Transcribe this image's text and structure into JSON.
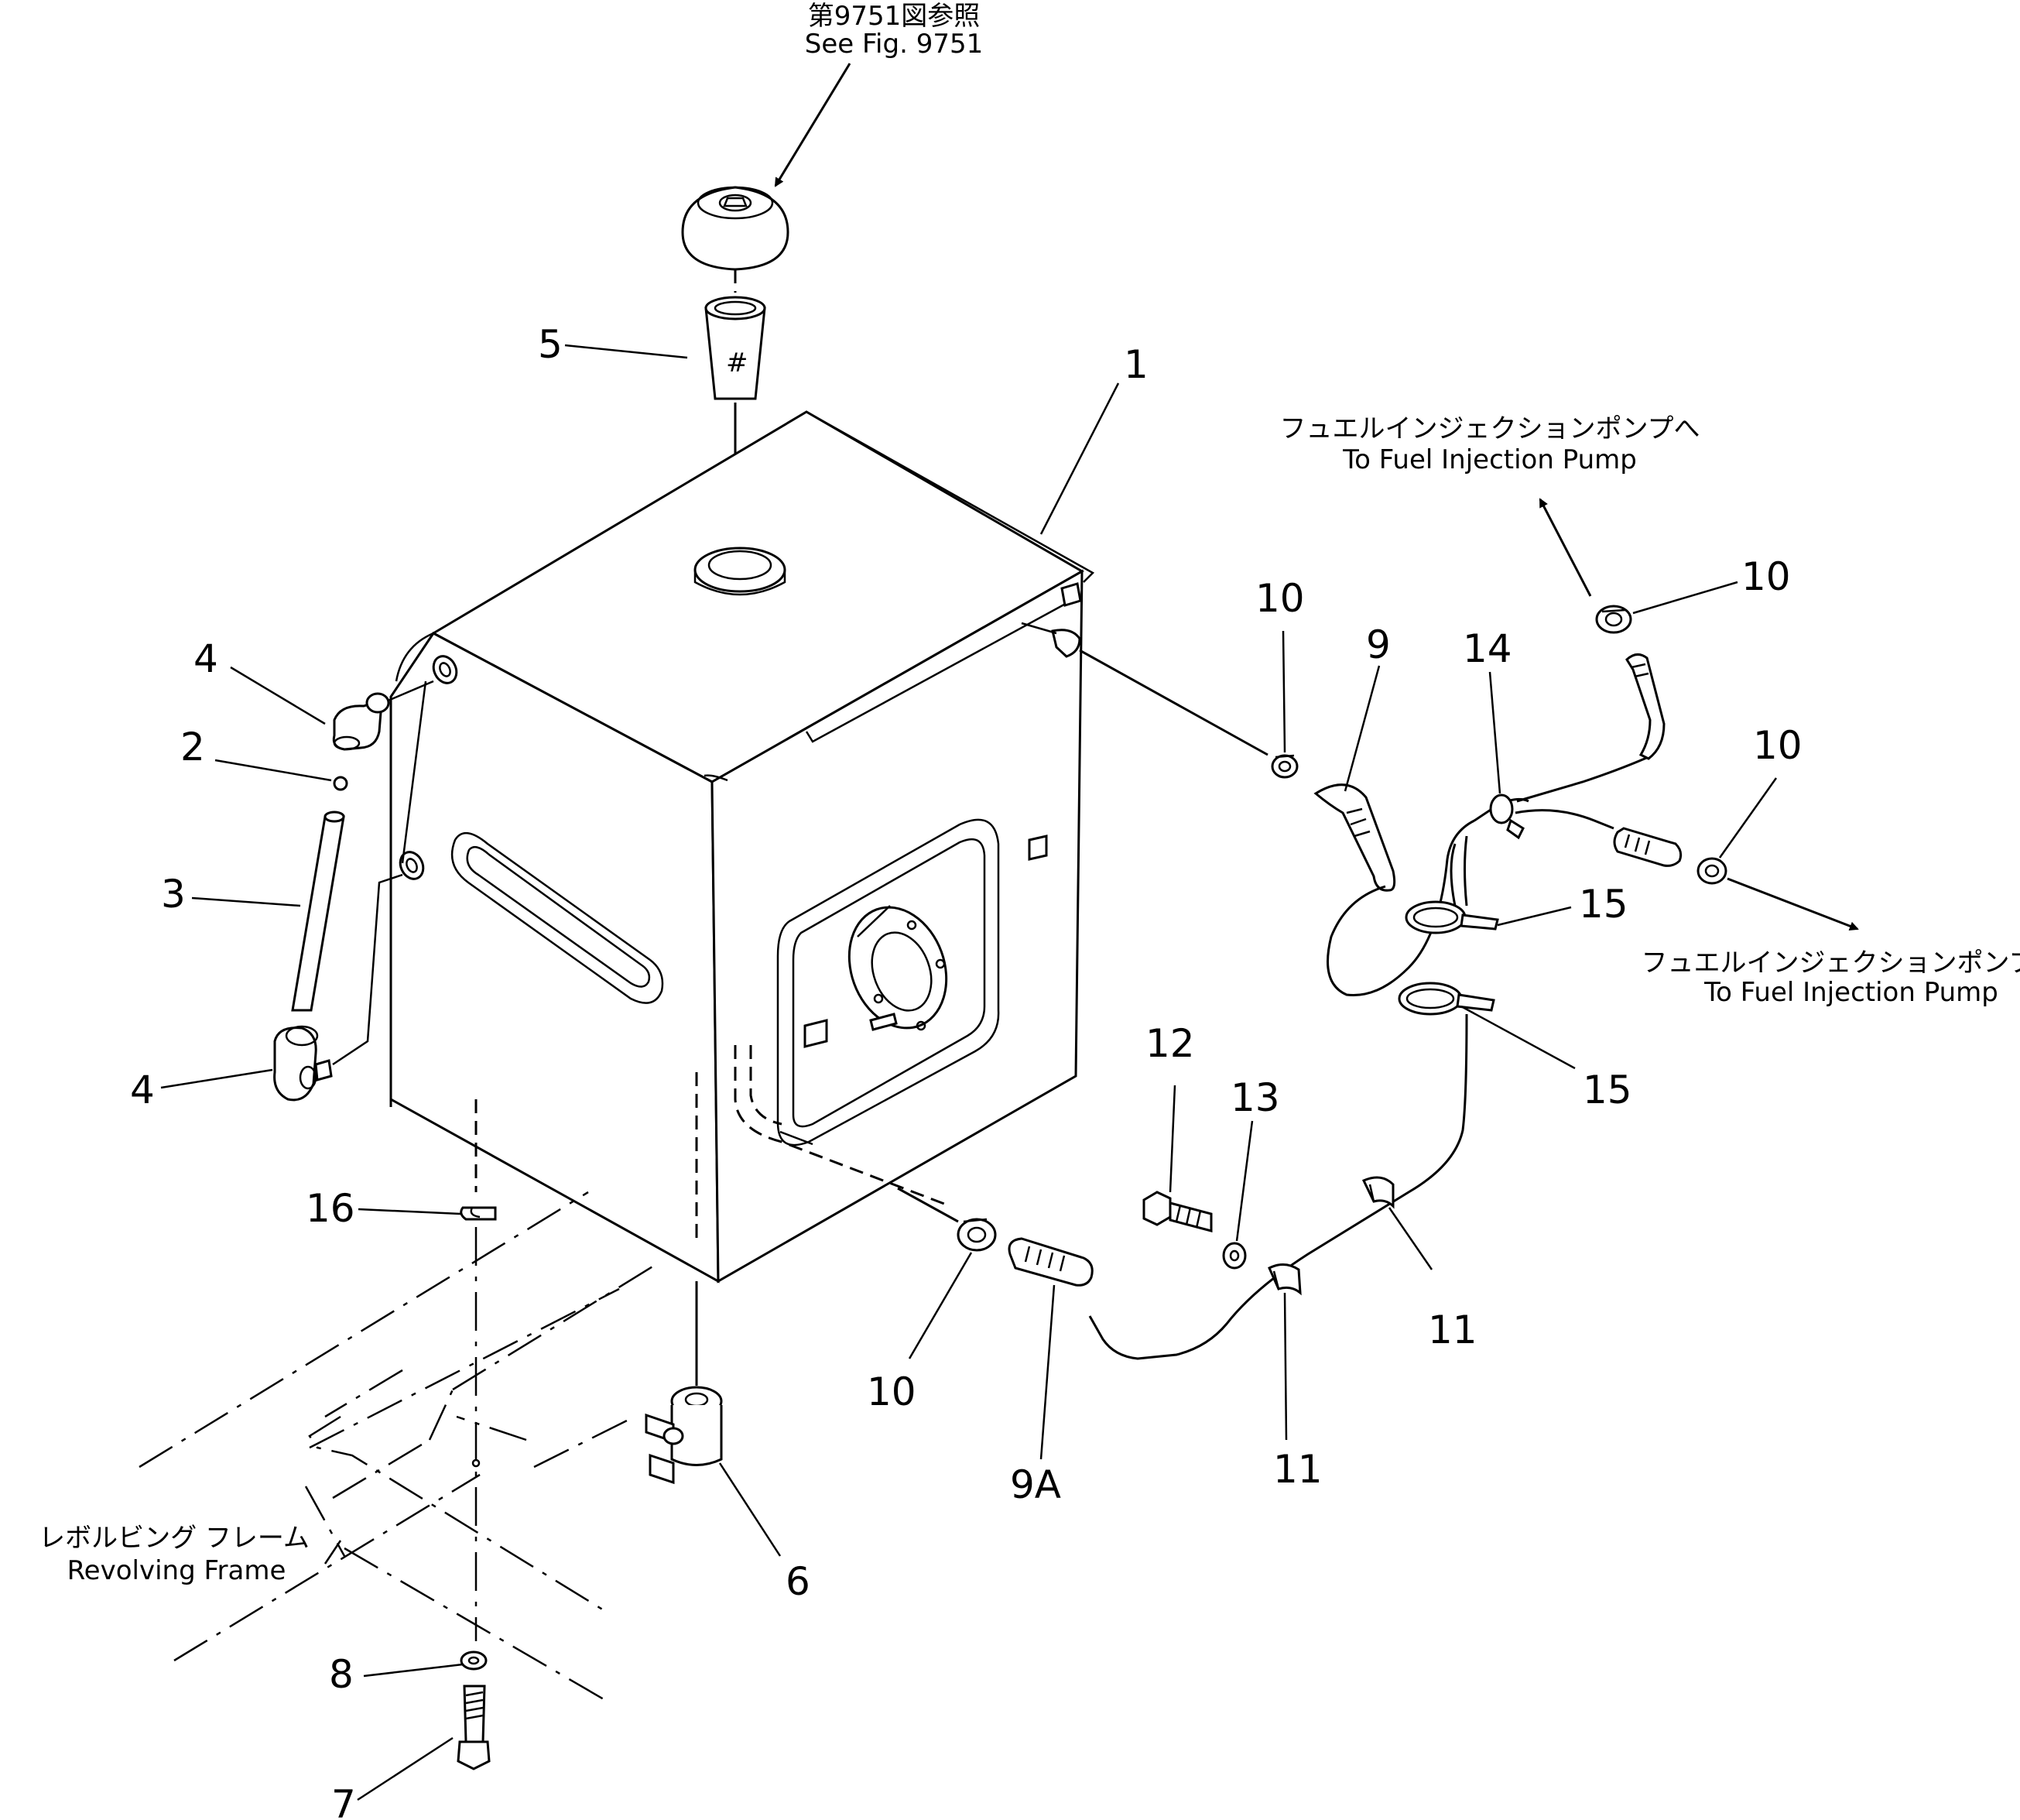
{
  "notes": {
    "fig_ref_jp": "第9751図参照",
    "fig_ref_en": "See Fig. 9751",
    "pump_top_jp": "フュエルインジェクションポンプへ",
    "pump_top_en": "To Fuel Injection Pump",
    "pump_right_jp": "フュエルインジェクションポンプへ",
    "pump_right_en": "To Fuel Injection Pump",
    "frame_jp": "レボルビング フレーム",
    "frame_en": "Revolving Frame"
  },
  "callouts": {
    "c1": "1",
    "c2": "2",
    "c3": "3",
    "c4a": "4",
    "c4b": "4",
    "c5": "5",
    "c6": "6",
    "c7": "7",
    "c8": "8",
    "c9": "9",
    "c9a": "9A",
    "c10a": "10",
    "c10b": "10",
    "c10c": "10",
    "c10d": "10",
    "c11a": "11",
    "c11b": "11",
    "c12": "12",
    "c13": "13",
    "c14": "14",
    "c15a": "15",
    "c15b": "15",
    "c16": "16"
  }
}
